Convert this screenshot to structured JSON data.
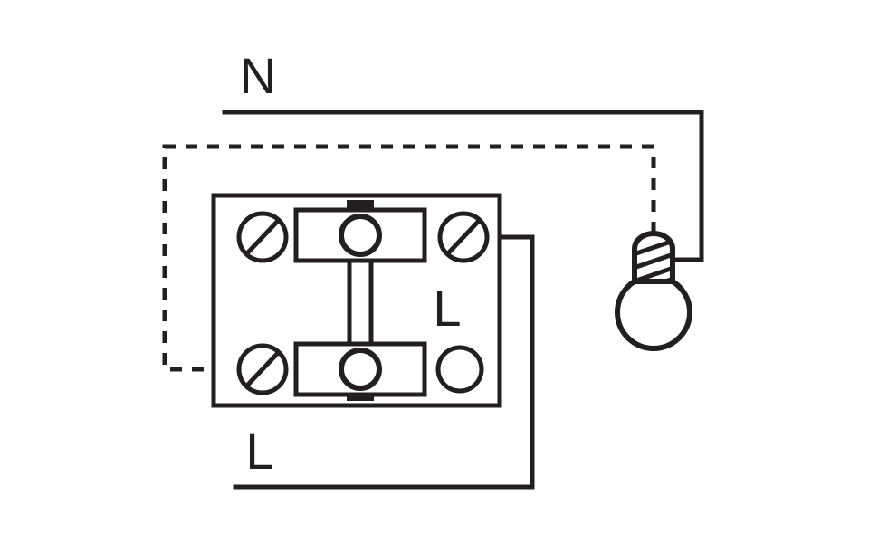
{
  "diagram": {
    "title": "One-way light switch wiring diagram",
    "type": "electrical-wiring-schematic",
    "colors": {
      "line": "#231f20",
      "background": "#ffffff"
    },
    "labels": {
      "neutral": "N",
      "live_bottom": "L",
      "live_terminal_inner": "L"
    },
    "components": {
      "switch_body": {
        "name": "switch-body",
        "terminals": [
          {
            "id": "top-left",
            "kind": "screw-terminal",
            "connected": true
          },
          {
            "id": "top-right",
            "kind": "screw-terminal",
            "connected": true
          },
          {
            "id": "bottom-left",
            "kind": "screw-terminal",
            "connected": true
          },
          {
            "id": "bottom-right",
            "kind": "plain-terminal",
            "connected": false
          }
        ],
        "mechanism": "rocker-contact-bridge"
      },
      "lamp": {
        "name": "incandescent-lamp",
        "base": "screw-base",
        "state": "off"
      }
    },
    "wires": [
      {
        "id": "neutral-supply",
        "label": "N",
        "style": "solid",
        "from": "supply-neutral",
        "to": "lamp-side"
      },
      {
        "id": "switched-live",
        "label": "",
        "style": "dashed",
        "from": "lamp-top",
        "to": "switch-bottom-left-terminal"
      },
      {
        "id": "live-supply",
        "label": "L",
        "style": "solid",
        "from": "supply-live",
        "to": "switch-top-right-terminal"
      }
    ]
  }
}
